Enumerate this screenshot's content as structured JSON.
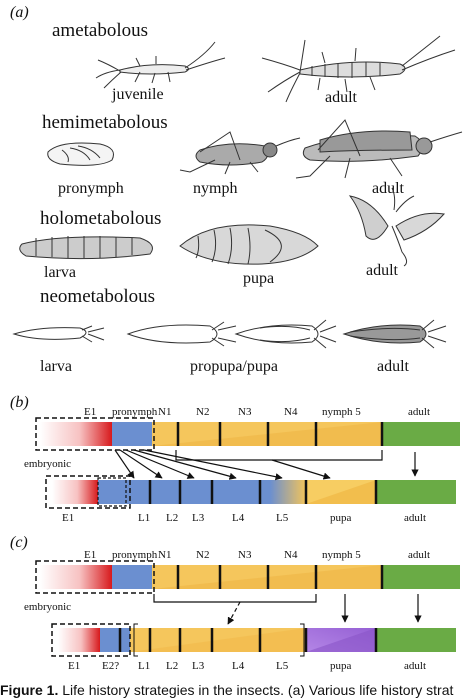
{
  "panel_a": {
    "label": "(a)",
    "categories": [
      {
        "name": "ametabolous",
        "stages": [
          "juvenile",
          "adult"
        ]
      },
      {
        "name": "hemimetabolous",
        "stages": [
          "pronymph",
          "nymph",
          "adult"
        ]
      },
      {
        "name": "holometabolous",
        "stages": [
          "larva",
          "pupa",
          "adult"
        ]
      },
      {
        "name": "neometabolous",
        "stages": [
          "larva",
          "propupa/pupa",
          "adult"
        ]
      }
    ]
  },
  "panel_b": {
    "label": "(b)",
    "top_labels": [
      "E1",
      "pronymph",
      "N1",
      "N2",
      "N3",
      "N4",
      "nymph 5",
      "adult"
    ],
    "embryonic_label": "embryonic",
    "bottom_labels": [
      "E1",
      "L1",
      "L2",
      "L3",
      "L4",
      "L5",
      "pupa",
      "adult"
    ]
  },
  "panel_c": {
    "label": "(c)",
    "top_labels": [
      "E1",
      "pronymph",
      "N1",
      "N2",
      "N3",
      "N4",
      "nymph 5",
      "adult"
    ],
    "embryonic_label": "embryonic",
    "bottom_labels": [
      "E1",
      "E2?",
      "L1",
      "L2",
      "L3",
      "L4",
      "L5",
      "pupa",
      "adult"
    ]
  },
  "caption": {
    "bold": "Figure 1.",
    "text": " Life history strategies in the insects. (a) Various life history strat"
  },
  "colors": {
    "embryo_red": "#d7191c",
    "pronymph_blue": "#6b8fd0",
    "nymph_yellow": "#f7c95c",
    "adult_green": "#6aab45",
    "pupa_purple": "#a070d8"
  }
}
